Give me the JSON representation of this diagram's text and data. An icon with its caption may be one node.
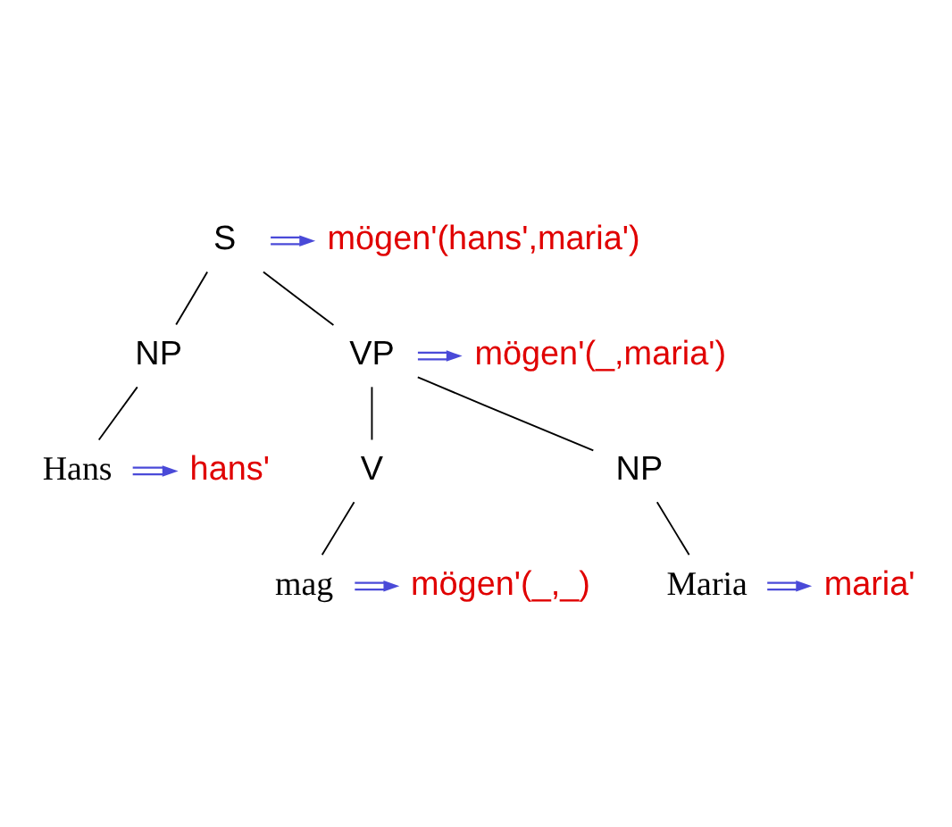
{
  "diagram": {
    "nodes": [
      {
        "text": [
          "mögen'(hans',maria')"
        ]
      },
      {
        "text": [
          "S"
        ]
      },
      {
        "text": [
          "mögen'(_,maria')"
        ]
      },
      {
        "text": [
          "NP"
        ]
      },
      {
        "text": [
          "VP"
        ]
      },
      {
        "text": [
          "hans'"
        ]
      },
      {
        "text": [
          "Hans"
        ]
      },
      {
        "text": [
          "V"
        ]
      },
      {
        "text": [
          "NP"
        ]
      },
      {
        "text": [
          "mögen'(_,_)"
        ]
      },
      {
        "text": [
          "maria'"
        ]
      },
      {
        "text": [
          "mag"
        ]
      },
      {
        "text": [
          "Maria"
        ]
      }
    ],
    "edges": [
      {
        "from": 1,
        "to": 3,
        "arrow": "none"
      },
      {
        "from": 1,
        "to": 4,
        "arrow": "none"
      },
      {
        "from": 3,
        "to": 6,
        "arrow": "none"
      },
      {
        "from": 4,
        "to": 7,
        "arrow": "none"
      },
      {
        "from": 4,
        "to": 8,
        "arrow": "none"
      },
      {
        "from": 7,
        "to": 11,
        "arrow": "none"
      },
      {
        "from": 8,
        "to": 12,
        "arrow": "none"
      },
      {
        "from": 1,
        "to": 0,
        "arrow": "to",
        "color": "#4a4ad8"
      },
      {
        "from": 4,
        "to": 2,
        "arrow": "to",
        "color": "#4a4ad8"
      },
      {
        "from": 6,
        "to": 5,
        "arrow": "to",
        "color": "#4a4ad8"
      },
      {
        "from": 11,
        "to": 9,
        "arrow": "to",
        "color": "#4a4ad8"
      },
      {
        "from": 12,
        "to": 10,
        "arrow": "to",
        "color": "#4a4ad8"
      }
    ]
  }
}
